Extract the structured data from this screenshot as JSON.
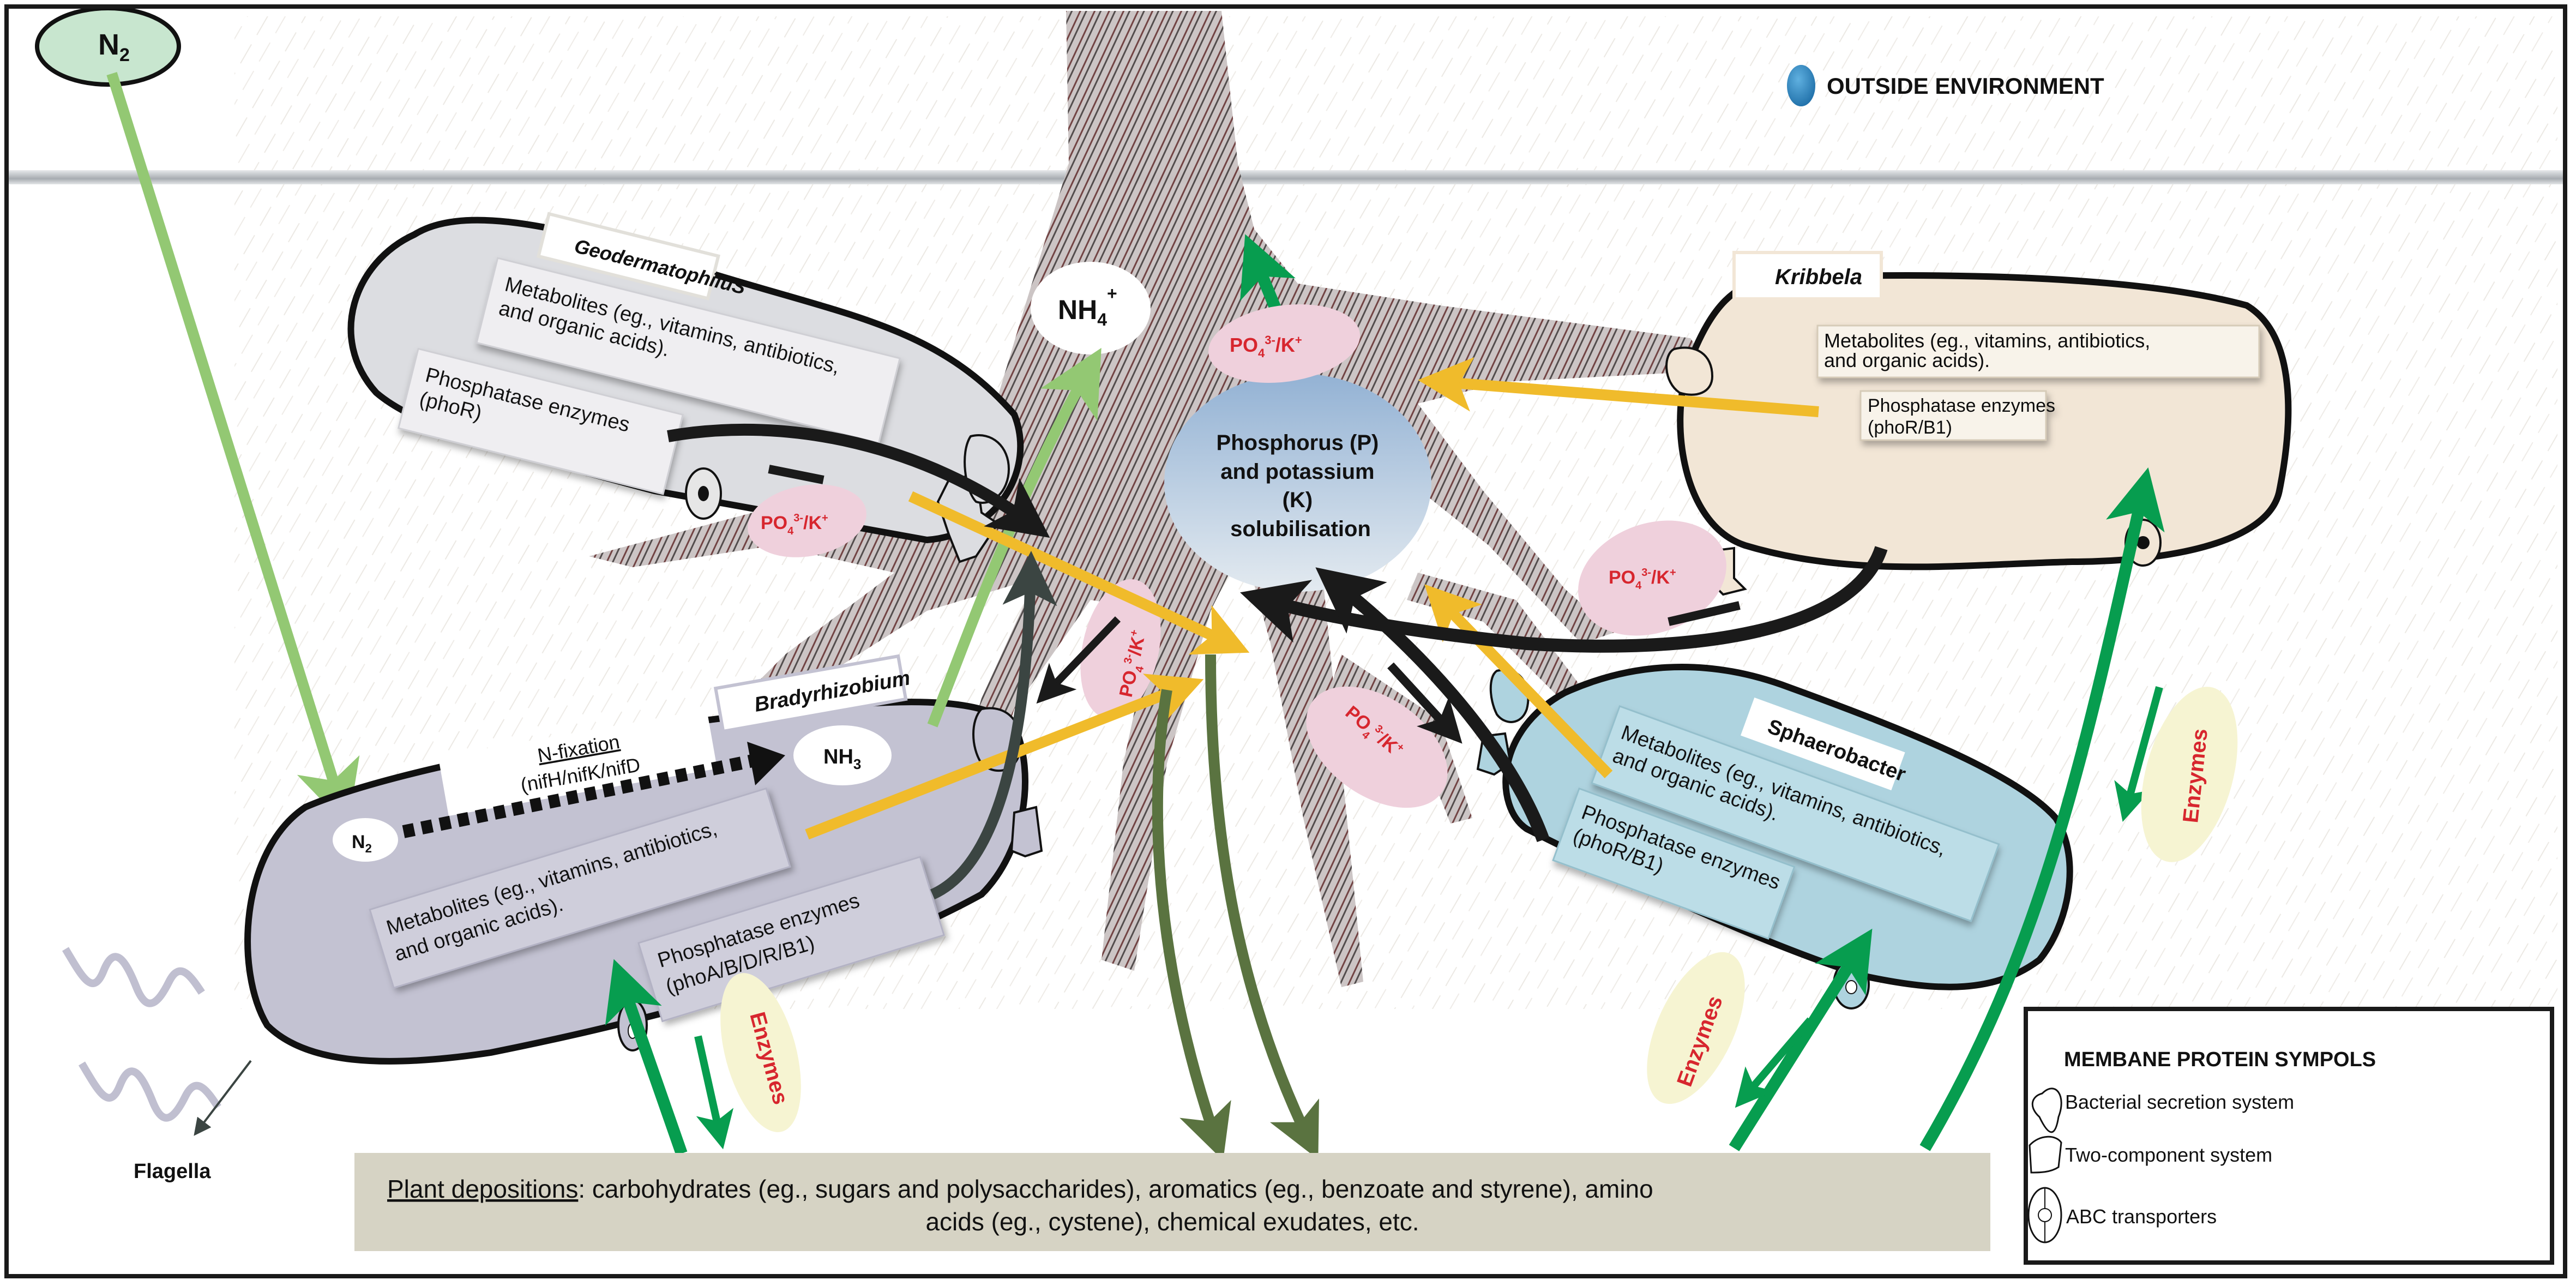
{
  "colors": {
    "n_fixation_arrow": "#93c873",
    "secretion_arrow": "#f0bb2b",
    "enzyme_arrow": "#079d4f",
    "deposition_arrow": "#5a7340",
    "pk_arrow": "#1a1a1a",
    "ion_bubble": "#efd0dc",
    "ion_text": "#d7262e",
    "enzyme_bubble": "#f6f4d2",
    "root": "#6b4a4a",
    "membrane_line": "#b8bcc0",
    "geodermatophilus_cell": "#dcdde1",
    "bradyrhizobium_cell": "#c3c2d2",
    "kribbela_cell": "#f2e6d6",
    "sphaerobacter_cell": "#aed3df",
    "pk_bubble_top": "#93b2d4",
    "pk_bubble_bottom": "#dde6ee",
    "plant_box": "#d6d3c4",
    "n2_bubble": "#c8e6cf",
    "env_dot": "#2a84c0"
  },
  "atmosphere": {
    "n2_label": "N",
    "n2_sub": "2",
    "env_label": "OUTSIDE ENVIRONMENT",
    "env_icon": "blue-dot-icon"
  },
  "center": {
    "nh4_label": "NH",
    "nh4_sub": "4",
    "nh4_sup": "+",
    "pk_lines": [
      "Phosphorus (P)",
      "and potassium",
      "(K)",
      "solubilisation"
    ]
  },
  "ion": {
    "main": "PO",
    "sub": "4",
    "sup": "3-",
    "tail": "/K",
    "tail_sup": "+"
  },
  "enzymes_label": "Enzymes",
  "bacteria": {
    "geodermatophilus": {
      "name": "GeodermatophiluS",
      "metabolites": [
        "Metabolites  (eg.,  vitamins,  antibiotics,",
        "and organic acids)."
      ],
      "phosphatase": [
        "Phosphatase   enzymes",
        "(phoR)"
      ]
    },
    "bradyrhizobium": {
      "name": "Bradyrhizobium",
      "n2": "N",
      "n2_sub": "2",
      "nh3": "NH",
      "nh3_sub": "3",
      "nfix_title": "N-fixation",
      "nfix_genes": "(nifH/nifK/nifD",
      "metabolites": [
        "Metabolites  (eg.,  vitamins,  antibiotics,",
        "and organic acids)."
      ],
      "phosphatase": [
        "Phosphatase     enzymes",
        "(phoA/B/D/R/B1)"
      ]
    },
    "kribbela": {
      "name": "Kribbela",
      "metabolites": [
        "Metabolites  (eg.,  vitamins,  antibiotics,",
        "and organic acids)."
      ],
      "phosphatase": [
        "Phosphatase   enzymes",
        "(phoR/B1)"
      ]
    },
    "sphaerobacter": {
      "name": "Sphaerobacter",
      "metabolites": [
        "Metabolites  (eg.,  vitamins,  antibiotics,",
        "and organic acids)."
      ],
      "phosphatase": [
        "Phosphatase enzymes",
        "(phoR/B1)"
      ]
    }
  },
  "flagella_label": "Flagella",
  "plant": {
    "title": "Plant depositions",
    "line1": ": carbohydrates (eg., sugars and polysaccharides), aromatics (eg., benzoate and styrene), amino",
    "line2": "acids (eg., cystene), chemical exudates, etc."
  },
  "legend": {
    "title": "MEMBANE PROTEIN SYMPOLS",
    "items": [
      {
        "icon": "secretion-system-icon",
        "label": "Bacterial secretion system"
      },
      {
        "icon": "two-component-icon",
        "label": "Two-component system"
      },
      {
        "icon": "abc-transporter-icon",
        "label": "ABC transporters"
      }
    ]
  }
}
